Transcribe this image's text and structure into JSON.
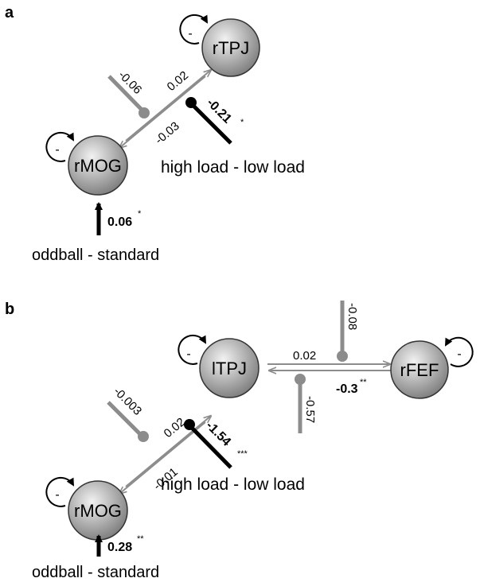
{
  "colors": {
    "node_fill_center": "#f2f2f2",
    "node_fill_edge": "#7a7a7a",
    "gray": "#8c8c8c",
    "black": "#000000"
  },
  "panel_a": {
    "label": "a",
    "nodes": {
      "rtpj": "rTPJ",
      "rmog": "rMOG"
    },
    "self_sign": "-",
    "conn_up": "0.02",
    "conn_down": "-0.03",
    "mod_gray": "-0.06",
    "mod_black": "-0.21",
    "mod_black_star": "*",
    "modulator": "high load - low load",
    "input_value": "0.06",
    "input_star": "*",
    "input": "oddball - standard"
  },
  "panel_b": {
    "label": "b",
    "nodes": {
      "ltpj": "lTPJ",
      "rfef": "rFEF",
      "rmog": "rMOG"
    },
    "self_sign": "-",
    "conn_up": "0.02",
    "conn_down": "-0.01",
    "mod_gray": "-0.003",
    "mod_black": "-1.54",
    "mod_black_star": "***",
    "conn_tpj_fef": "0.02",
    "conn_fef_tpj": "-0.3",
    "conn_fef_tpj_star": "**",
    "mod_gray_top": "-0.08",
    "mod_gray_bottom": "-0.57",
    "modulator": "high load - low load",
    "input_value": "0.28",
    "input_star": "**",
    "input": "oddball - standard"
  }
}
